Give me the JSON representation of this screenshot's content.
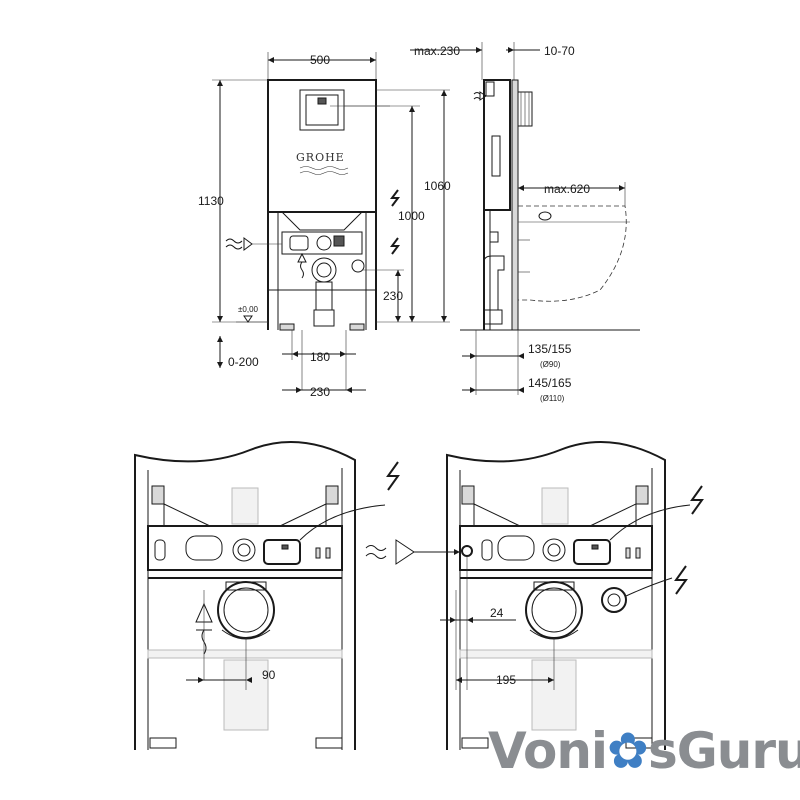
{
  "brand_label": "GROHE",
  "top_view": {
    "width": "500",
    "height_total": "1130",
    "height_frame": "1060",
    "height_supply": "1000",
    "height_drain": "230",
    "level": "±0,00",
    "floor_range": "0-200",
    "distance_180": "180",
    "distance_230": "230"
  },
  "side_view": {
    "max_depth": "max.230",
    "wall_gap": "10-70",
    "max_bowl": "max.620",
    "depth_a": "135/155",
    "depth_a_note": "(Ø90)",
    "depth_b": "145/165",
    "depth_b_note": "(Ø110)"
  },
  "detail_left": {
    "offset": "90"
  },
  "detail_right": {
    "offset_small": "24",
    "offset_large": "195"
  },
  "watermark": {
    "part1": "Voni",
    "drop": "✿",
    "part2": "sGuru"
  },
  "colors": {
    "line": "#1a1a1a",
    "ghost": "#bbbbbb",
    "watermark": "#8a8d91",
    "watermark_accent": "#3f7fc4"
  }
}
